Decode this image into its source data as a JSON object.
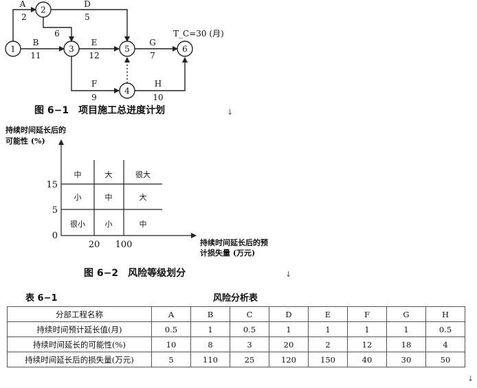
{
  "fig1": {
    "caption": "图 6−1　项目施工总进度计划",
    "tc": "T_C=30 (月)",
    "nodes": [
      "1",
      "2",
      "3",
      "4",
      "5",
      "6"
    ],
    "activities": [
      {
        "name": "A",
        "duration": "2"
      },
      {
        "name": "B",
        "duration": "11"
      },
      {
        "name": "D",
        "duration": "5"
      },
      {
        "name": "E",
        "duration": "12"
      },
      {
        "name": "F",
        "duration": "9"
      },
      {
        "name": "G",
        "duration": "7"
      },
      {
        "name": "H",
        "duration": "10"
      }
    ],
    "dummy_label": "6"
  },
  "fig2": {
    "caption": "图 6−2　风险等级划分",
    "y_label": [
      "持续时间延长后的",
      "可能性 (%)"
    ],
    "x_label": [
      "持续时间延长后的预",
      "计损失量 (万元)"
    ],
    "y_ticks": [
      "15",
      "5",
      "0"
    ],
    "x_ticks": [
      "20",
      "100"
    ],
    "grid": [
      [
        "中",
        "大",
        "很大"
      ],
      [
        "小",
        "中",
        "大"
      ],
      [
        "很小",
        "小",
        "中"
      ]
    ]
  },
  "table": {
    "number": "表 6−1",
    "title": "风险分析表",
    "header": [
      "分部工程名称",
      "A",
      "B",
      "C",
      "D",
      "E",
      "F",
      "G",
      "H"
    ],
    "rows": [
      [
        "持续时间预计延长值(月)",
        "0.5",
        "1",
        "0.5",
        "1",
        "1",
        "1",
        "1",
        "0.5"
      ],
      [
        "持续时间延长的可能性(%)",
        "10",
        "8",
        "3",
        "20",
        "2",
        "12",
        "18",
        "4"
      ],
      [
        "持续时间延长后的损失量(万元)",
        "5",
        "110",
        "25",
        "120",
        "150",
        "40",
        "30",
        "50"
      ]
    ]
  },
  "marks": [
    "↓",
    "↓",
    "↓"
  ]
}
